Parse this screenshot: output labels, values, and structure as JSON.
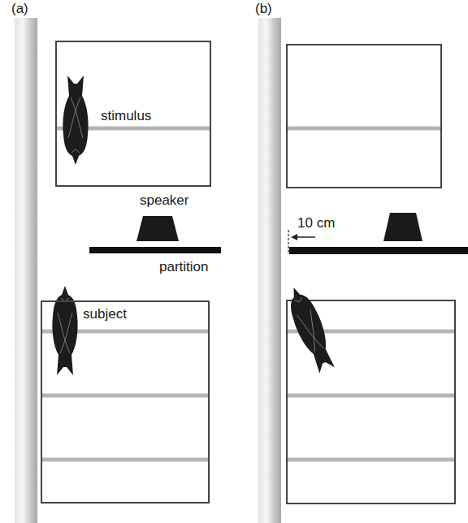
{
  "diagram": {
    "nodes": [
      {
        "text": [
          "stimulus"
        ]
      },
      {
        "text": [
          "subject"
        ]
      }
    ],
    "labels": [
      "(a)",
      "(b)",
      "speaker",
      "partition",
      "10 cm"
    ]
  }
}
